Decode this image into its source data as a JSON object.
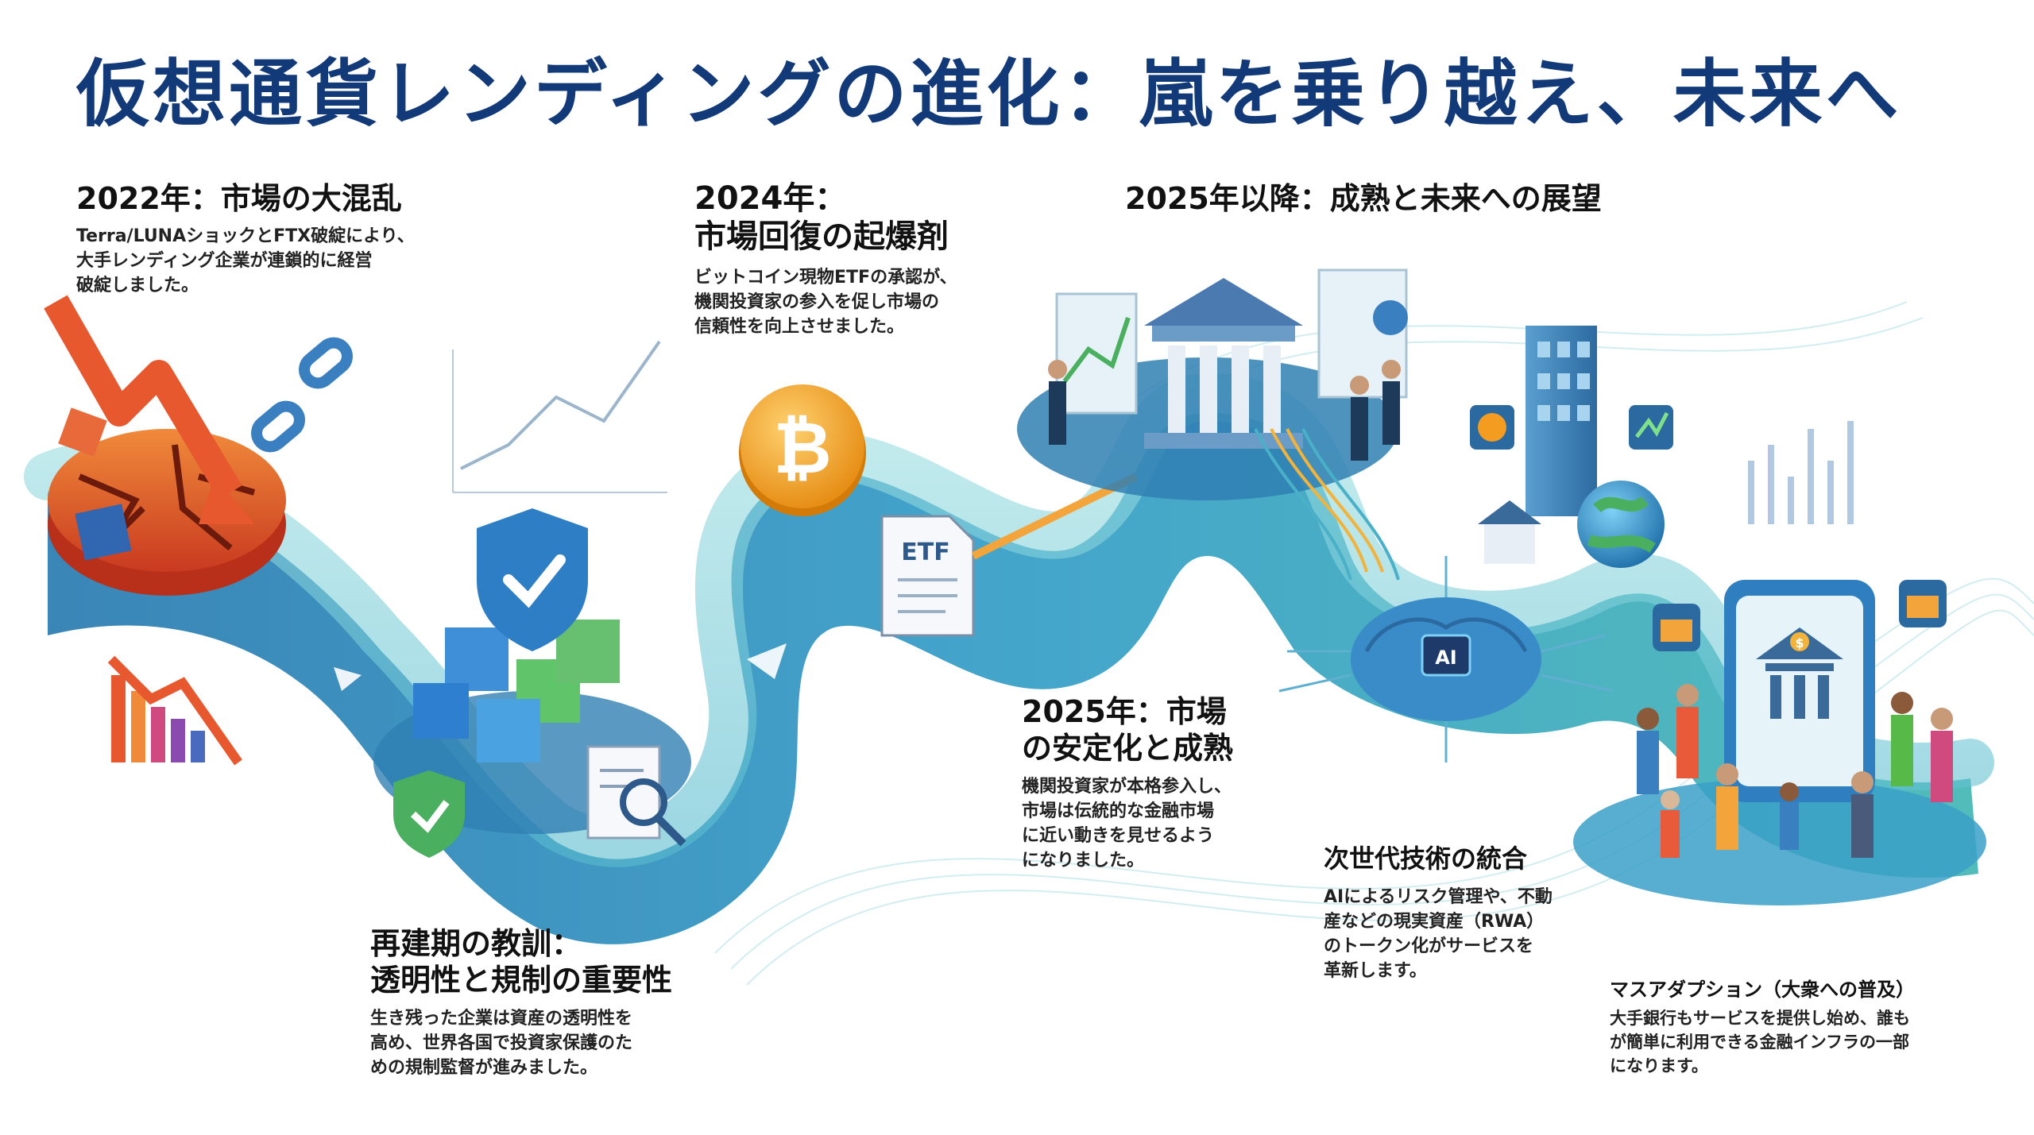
{
  "title": "仮想通貨レンディングの進化：嵐を乗り越え、未来へ",
  "sections": [
    {
      "heading": "2022年：市場の大混乱",
      "body_lines": [
        "Terra/LUNAショックとFTX破綻により、",
        "大手レンディング企業が連鎖的に経営",
        "破綻しました。"
      ]
    },
    {
      "heading_lines": [
        "2024年：",
        "市場回復の起爆剤"
      ],
      "body_lines": [
        "ビットコイン現物ETFの承認が、",
        "機関投資家の参入を促し市場の",
        "信頼性を向上させました。"
      ]
    },
    {
      "heading": "2025年以降：成熟と未来への展望"
    },
    {
      "heading_lines": [
        "再建期の教訓：",
        "透明性と規制の重要性"
      ],
      "body_lines": [
        "生き残った企業は資産の透明性を",
        "高め、世界各国で投資家保護のた",
        "めの規制監督が進みました。"
      ]
    },
    {
      "heading_lines": [
        "2025年：市場",
        "の安定化と成熟"
      ],
      "body_lines": [
        "機関投資家が本格参入し、",
        "市場は伝統的な金融市場",
        "に近い動きを見せるよう",
        "になりました。"
      ]
    },
    {
      "heading": "次世代技術の統合",
      "body_lines": [
        "AIによるリスク管理や、不動",
        "産などの現実資産（RWA）",
        "のトークン化がサービスを",
        "革新します。"
      ]
    },
    {
      "heading": "マスアダプション（大衆への普及）",
      "body_lines": [
        "大手銀行もサービスを提供し始め、誰も",
        "が簡単に利用できる金融インフラの一部",
        "になります。"
      ]
    }
  ],
  "labels": {
    "etf": "ETF",
    "ai": "AI",
    "bitcoin_symbol": "₿",
    "dollar_symbol": "$"
  },
  "colors": {
    "title": "#123a78",
    "crisis": "#e8582e",
    "path": "#3c9ccc",
    "path_light": "#8fd3dd",
    "bitcoin": "#f39c1f",
    "green": "#57b947"
  }
}
